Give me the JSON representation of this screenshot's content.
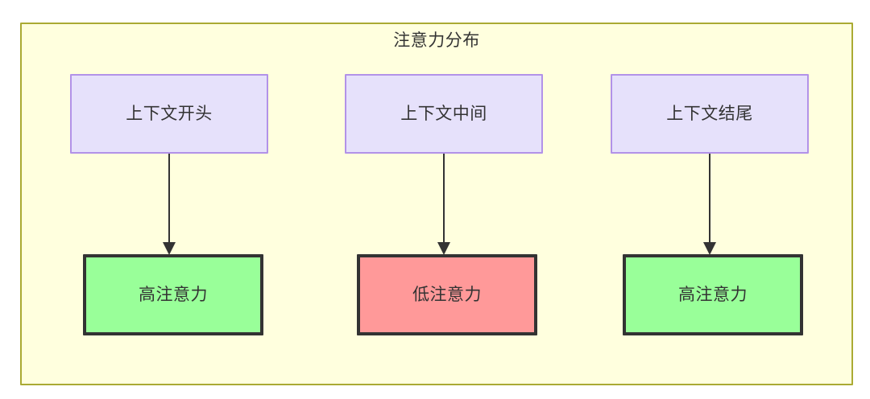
{
  "diagram": {
    "title": "注意力分布",
    "colors": {
      "canvas_background": "#ffffff",
      "cluster_fill": "#ffffde",
      "cluster_border": "#aaaa33",
      "context_fill": "#e6e1fb",
      "context_border": "#b292e8",
      "high_attention_fill": "#99ff99",
      "low_attention_fill": "#ff9999",
      "node_border": "#333333",
      "edge": "#333333",
      "text": "#333333"
    },
    "context_nodes": [
      {
        "label": "上下文开头"
      },
      {
        "label": "上下文中间"
      },
      {
        "label": "上下文结尾"
      }
    ],
    "attention_nodes": [
      {
        "label": "高注意力",
        "level": "high"
      },
      {
        "label": "低注意力",
        "level": "low"
      },
      {
        "label": "高注意力",
        "level": "high"
      }
    ],
    "edges": [
      {
        "from": "上下文开头",
        "to": "高注意力"
      },
      {
        "from": "上下文中间",
        "to": "低注意力"
      },
      {
        "from": "上下文结尾",
        "to": "高注意力"
      }
    ]
  }
}
